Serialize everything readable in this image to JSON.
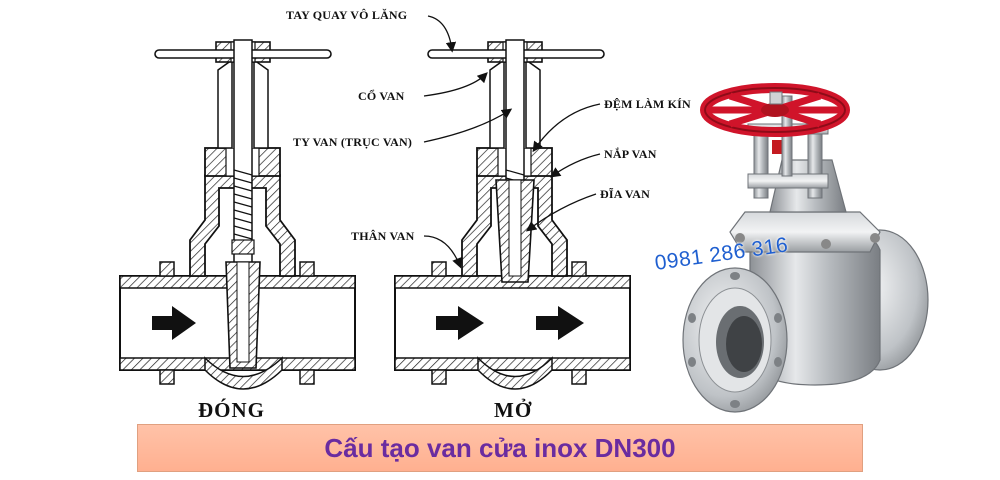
{
  "labels": {
    "handwheel": "TAY QUAY VÔ LĂNG",
    "neck": "CỔ VAN",
    "stem": "TY VAN (TRỤC VAN)",
    "body": "THÂN VAN",
    "packing": "ĐỆM LÀM KÍN",
    "bonnet": "NẮP VAN",
    "disc": "ĐĨA VAN"
  },
  "states": {
    "closed": "ĐÓNG",
    "open": "MỞ"
  },
  "phone": "0981 286 316",
  "caption": "Cấu tạo van cửa inox DN300",
  "colors": {
    "caption_text": "#6a2ca0",
    "caption_bg": "#ffb896",
    "phone": "#1f5fd0",
    "handwheel": "#d0142a"
  }
}
